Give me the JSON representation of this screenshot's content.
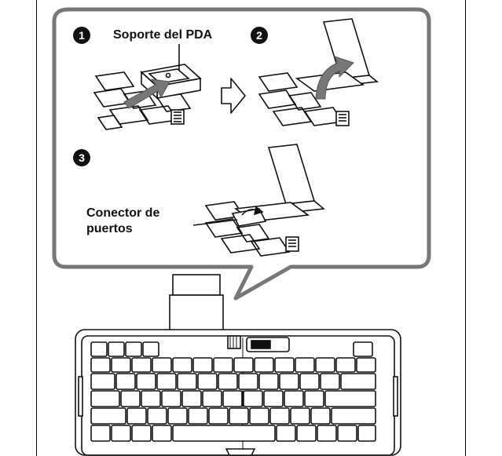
{
  "steps": {
    "step1": "1",
    "step2": "2",
    "step3": "3"
  },
  "labels": {
    "pda_support": "Soporte del PDA",
    "port_connector_line1": "Conector de",
    "port_connector_line2": "puertos"
  },
  "colors": {
    "callout_border": "#777777",
    "arrow_fill": "#777777",
    "ink": "#111111"
  }
}
